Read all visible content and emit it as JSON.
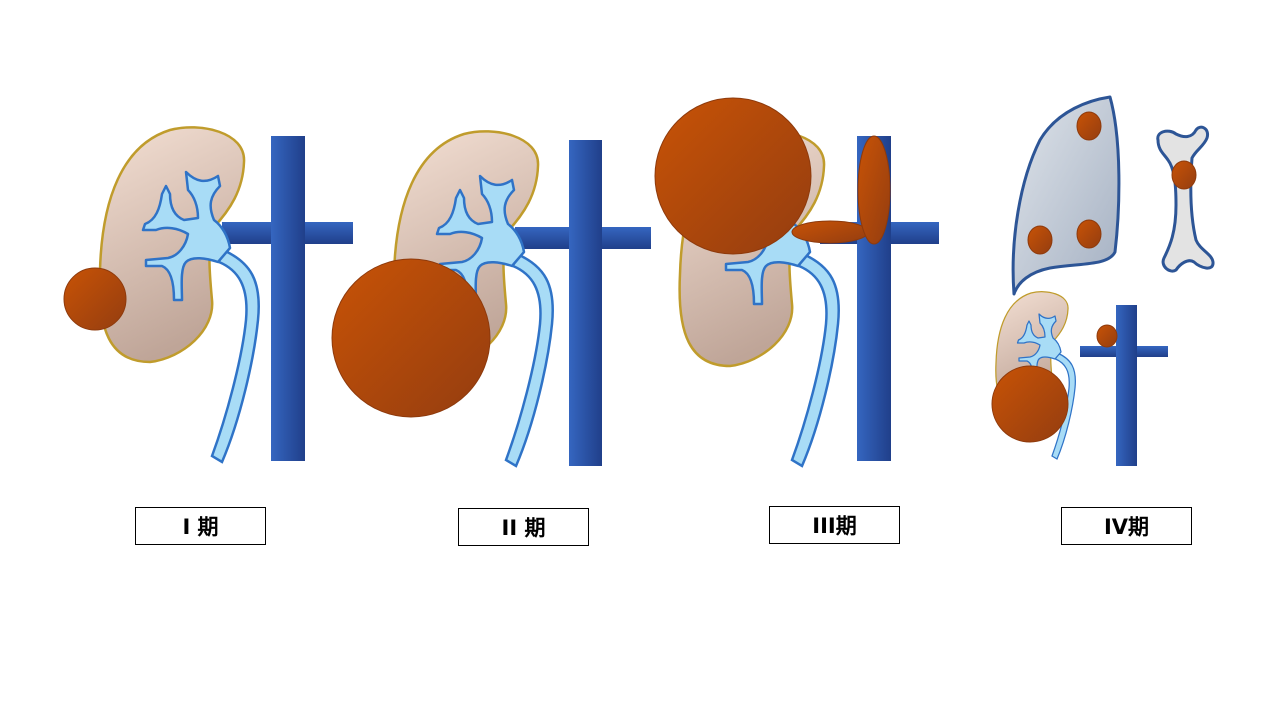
{
  "colors": {
    "background": "#ffffff",
    "tumor": "#b84a0c",
    "vessel": "#2a59b0",
    "kidney_fill": "#ecd2c4",
    "kidney_outline": "#c09c2c",
    "collecting_system_fill": "#a8dcf6",
    "collecting_system_outline": "#2f73c7",
    "lung_fill": "#c3cbd6",
    "lung_outline": "#2d5596",
    "bone_fill": "#e3e3e3",
    "bone_outline": "#2d5596",
    "label_border": "#000000"
  },
  "stages": [
    {
      "id": "stage-1",
      "label": "I 期"
    },
    {
      "id": "stage-2",
      "label": "II 期"
    },
    {
      "id": "stage-3",
      "label": "III期"
    },
    {
      "id": "stage-4",
      "label": "IV期"
    }
  ]
}
